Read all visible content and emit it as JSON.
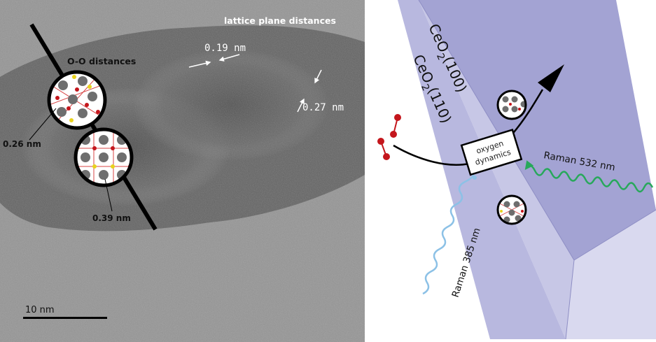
{
  "tem": {
    "lattice_title": "lattice plane distances",
    "oo_title": "O-O distances",
    "dist_019": "0.19 nm",
    "dist_027": "0.27 nm",
    "dist_026": "0.26 nm",
    "dist_039": "0.39 nm",
    "scale_bar": "10 nm"
  },
  "schematic": {
    "facet_100_base": "CeO",
    "facet_100_sub": "2",
    "facet_100_index": "(100)",
    "facet_110_base": "CeO",
    "facet_110_sub": "2",
    "facet_110_index": "(110)",
    "oxygen_line1": "oxygen",
    "oxygen_line2": "dynamics",
    "raman_532": "Raman 532 nm",
    "raman_385": "Raman 385 nm"
  },
  "colors": {
    "prism_front": "#a9a9d6",
    "prism_side": "#c7c7e6",
    "prism_top": "#9797c9",
    "laser_green": "#27a85a",
    "laser_blue": "#8cc1e6",
    "oxygen_red": "#c4161c",
    "cerium_gray": "#6e6e6e",
    "atom_yellow": "#e8d21e"
  }
}
